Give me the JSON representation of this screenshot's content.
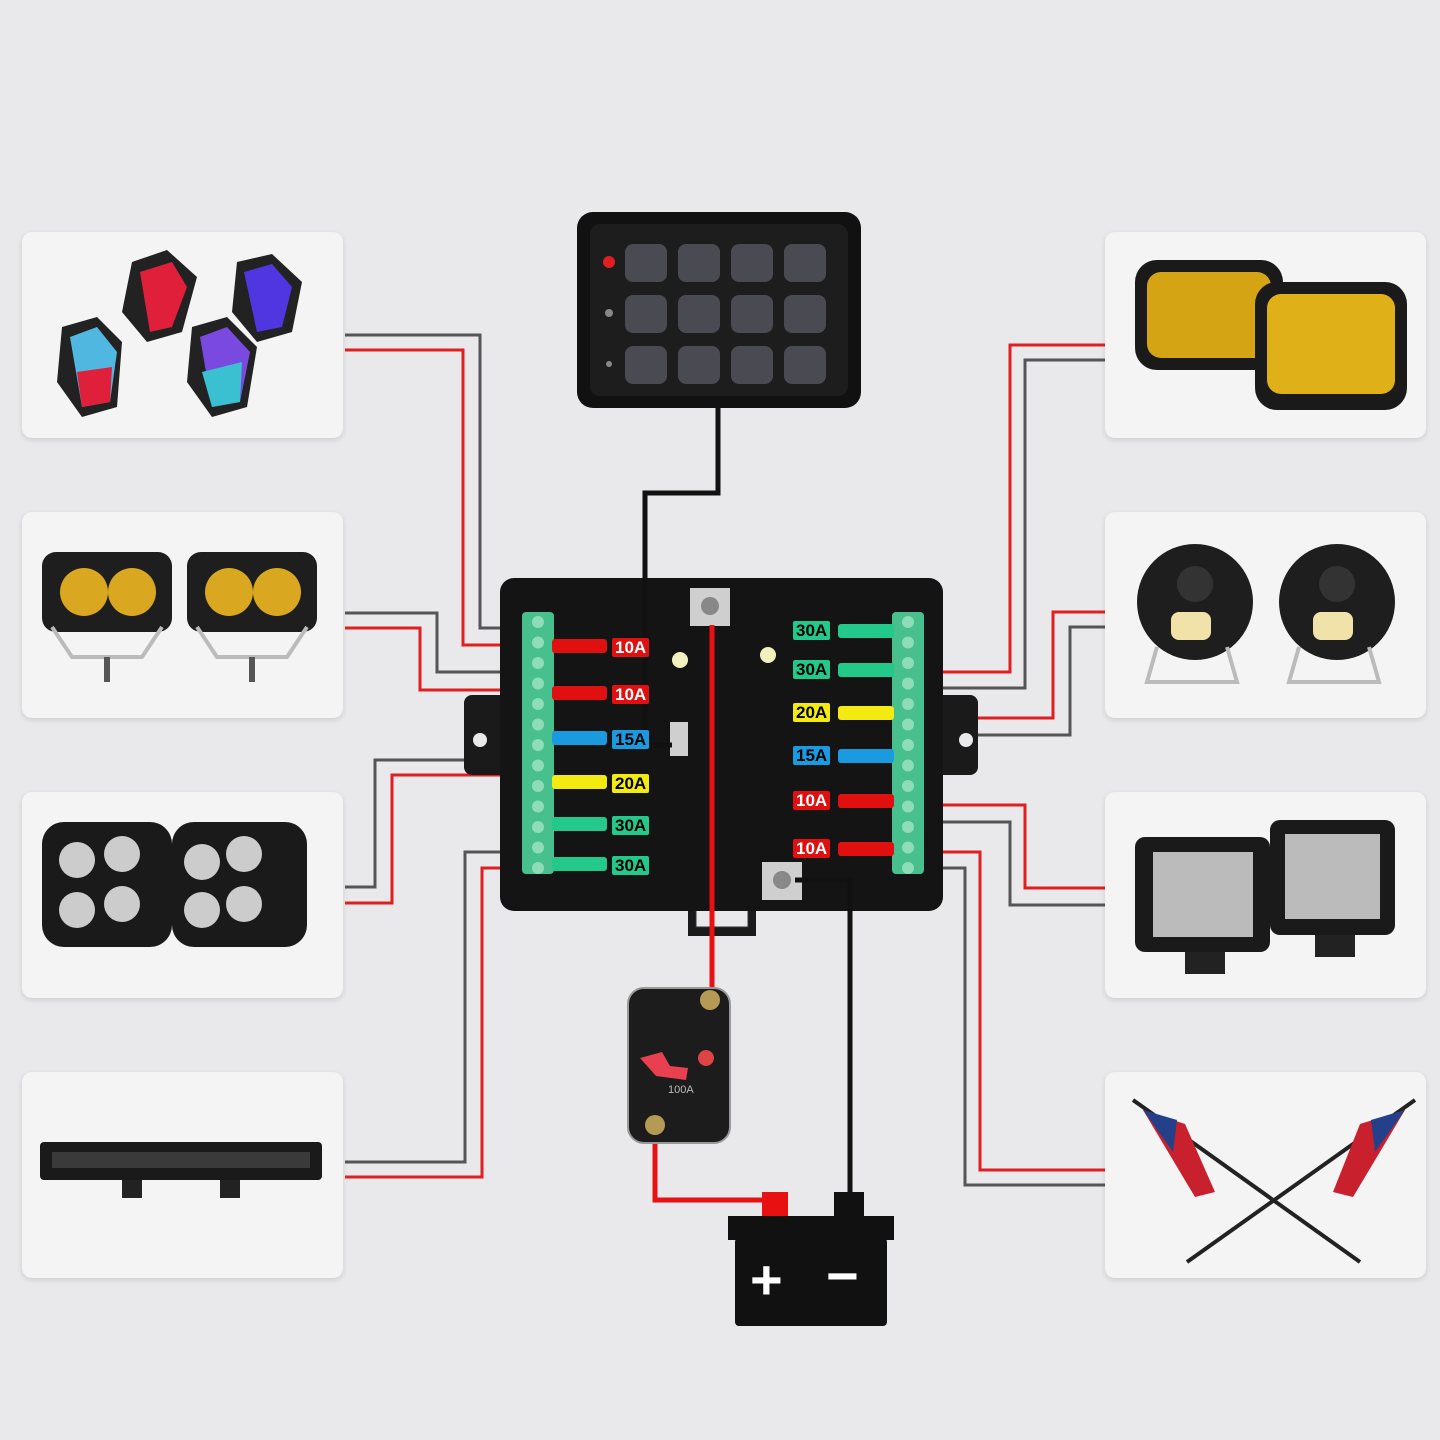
{
  "colors": {
    "red": "#e02020",
    "gray": "#555555",
    "black": "#111111",
    "fuse_red": "#e01010",
    "fuse_blue": "#1a9be0",
    "fuse_yellow": "#f2ea10",
    "fuse_green": "#22c98a",
    "terminal": "#48c08e"
  },
  "control_panel": {
    "buttons": 12,
    "power_icon": "power-icon"
  },
  "fuse_box": {
    "left_fuses": [
      {
        "label": "10A",
        "color": "red"
      },
      {
        "label": "10A",
        "color": "red"
      },
      {
        "label": "15A",
        "color": "blue"
      },
      {
        "label": "20A",
        "color": "yellow"
      },
      {
        "label": "30A",
        "color": "green"
      },
      {
        "label": "30A",
        "color": "green"
      }
    ],
    "right_fuses": [
      {
        "label": "30A",
        "color": "green"
      },
      {
        "label": "30A",
        "color": "green"
      },
      {
        "label": "20A",
        "color": "yellow"
      },
      {
        "label": "15A",
        "color": "blue"
      },
      {
        "label": "10A",
        "color": "red"
      },
      {
        "label": "10A",
        "color": "red"
      }
    ]
  },
  "breaker": {
    "rating": "100A"
  },
  "battery": {
    "positive": "+",
    "negative": "−"
  },
  "accessories": {
    "left": [
      "rock-lights",
      "fog-pod-lights",
      "cube-work-lights",
      "light-bar"
    ],
    "right": [
      "amber-driving-lights",
      "round-fog-lights",
      "led-cube-pods",
      "whip-flags"
    ]
  }
}
